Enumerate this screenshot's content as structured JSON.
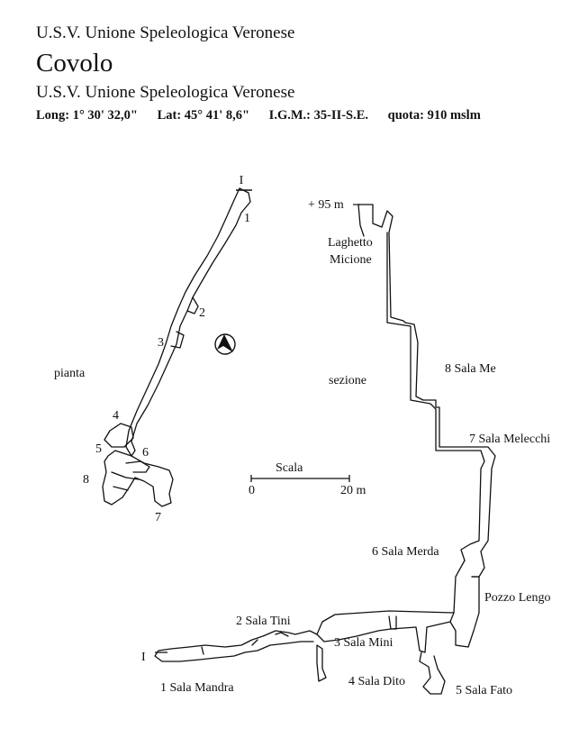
{
  "header": {
    "club_line_1": "U.S.V. Unione Speleologica Veronese",
    "cave_name": "Covolo",
    "club_line_2": "U.S.V. Unione Speleologica Veronese",
    "coordinates": {
      "longitude": "Long: 1° 30' 32,0\"",
      "latitude": "Lat: 45° 41' 8,6\"",
      "igm": "I.G.M.: 35-II-S.E.",
      "altitude": "quota: 910 mslm"
    }
  },
  "plan": {
    "title": "pianta",
    "entrance_marker": "I",
    "stations": [
      "1",
      "2",
      "3",
      "4",
      "5",
      "6",
      "7",
      "8"
    ]
  },
  "north_arrow": {
    "letter": "N"
  },
  "scale": {
    "title": "Scala",
    "start": "0",
    "end": "20 m"
  },
  "section": {
    "title": "sezione",
    "top_depth": "+ 95 m",
    "entrance_marker": "I",
    "chambers": [
      "1 Sala Mandra",
      "2 Sala Tini",
      "3 Sala Mini",
      "4 Sala Dito",
      "5 Sala Fato",
      "6 Sala Merda",
      "7 Sala Melecchi",
      "8 Sala Me"
    ],
    "features": {
      "pozzo": "Pozzo Lengo",
      "laghetto_1": "Laghetto",
      "laghetto_2": "Micione"
    }
  }
}
